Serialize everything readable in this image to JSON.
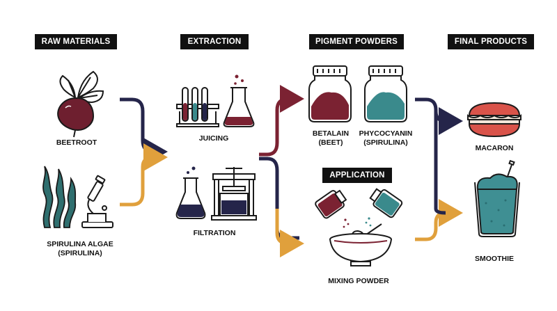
{
  "headers": {
    "raw_materials": "RAW MATERIALS",
    "extraction": "EXTRACTION",
    "pigment_powders": "PIGMENT POWDERS",
    "application": "APPLICATION",
    "final_products": "FINAL PRODUCTS"
  },
  "labels": {
    "beetroot": "BEETROOT",
    "spirulina_line1": "SPIRULINA ALGAE",
    "spirulina_line2": "(SPIRULINA)",
    "juicing": "JUICING",
    "filtration": "FILTRATION",
    "betalain_line1": "BETALAIN",
    "betalain_line2": "(BEET)",
    "phycocyanin_line1": "PHYCOCYANIN",
    "phycocyanin_line2": "(SPIRULINA)",
    "mixing_powder": "MIXING POWDER",
    "macaron": "MACARON",
    "smoothie": "SMOOTHIE"
  },
  "colors": {
    "navy": "#25254a",
    "gold": "#e0a03c",
    "maroon": "#7b2232",
    "teal": "#3a8a8c",
    "macaron_red": "#d9534a",
    "smoothie_teal": "#3f8f93",
    "beet": "#6e1f2f",
    "algae": "#2f6f6f"
  },
  "icons": [
    "beetroot-icon",
    "spirulina-algae-icon",
    "microscope-icon",
    "test-tubes-icon",
    "flask-icon",
    "filtration-flask-icon",
    "press-icon",
    "betalain-jar-icon",
    "phycocyanin-jar-icon",
    "pour-bottles-icon",
    "mixing-bowl-icon",
    "macaron-icon",
    "smoothie-icon"
  ]
}
